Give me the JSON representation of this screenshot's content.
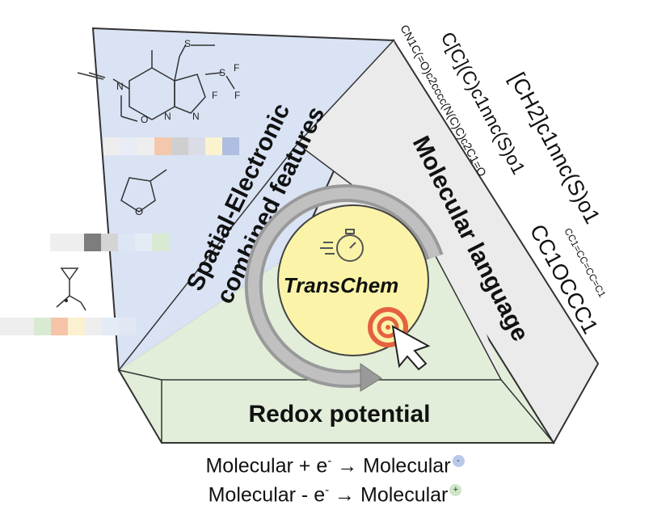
{
  "panels": {
    "spatial_electronic": {
      "line1": "Spatial-Electronic",
      "line2": "combined features",
      "color": "#d9e3f4"
    },
    "molecular_language": {
      "label": "Molecular language",
      "color": "#ececec"
    },
    "redox_potential": {
      "label": "Redox potential",
      "color": "#e2eed9"
    }
  },
  "center": {
    "label": "TransChem",
    "circle_color": "#fbf4a8",
    "target_color": "#e5613f"
  },
  "smiles": [
    "CN1C(=O)c2cccc(N(C)C)c2C1=O",
    "C[C](C)c1nnc(S)o1",
    "[CH2]c1nnc(S)o1",
    "CC1OCCC1",
    "CC1=CC=CC=C1"
  ],
  "molecules": [
    {
      "name": "fused-ring",
      "atoms": [
        "N",
        "S",
        "N",
        "N",
        "O",
        "S",
        "F",
        "F",
        "F"
      ],
      "features": [
        "#eeeeee",
        "#e9ecf4",
        "#eeeeee",
        "#f4c8ad",
        "#cfcfcf",
        "#dadce6",
        "#fbf3cd",
        "#aebde0"
      ]
    },
    {
      "name": "methyl-oxolane",
      "atoms": [
        "O"
      ],
      "features": [
        "#eeeeee",
        "#eeeeee",
        "#7d7d7d",
        "#d4d4d4",
        "#dde6f4",
        "#e3ecf5",
        "#d9ead3"
      ]
    },
    {
      "name": "cyclopropyl-radical",
      "atoms": [],
      "features": [
        "#eeeeee",
        "#eeeeee",
        "#d9ead3",
        "#f6c4a8",
        "#fbf0cf",
        "#eeeeee",
        "#e3ecf5",
        "#e1e8f3"
      ]
    }
  ],
  "equations": {
    "reduction": {
      "left": "Molecular + e",
      "sup": "-",
      "arrow": " → Molecular",
      "ion": "-"
    },
    "oxidation": {
      "left": "Molecular - e",
      "sup": "-",
      "arrow": " → Molecular",
      "ion": "+"
    }
  }
}
